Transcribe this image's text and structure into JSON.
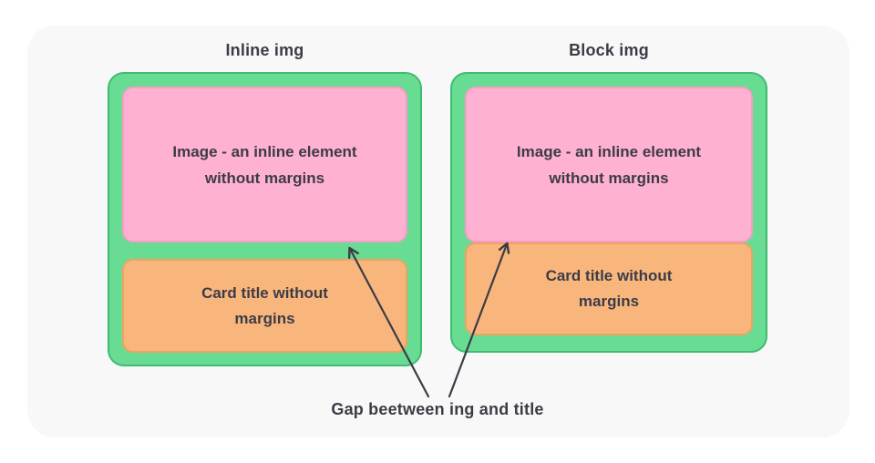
{
  "diagram": {
    "columns": [
      {
        "title": "Inline img",
        "image_box_text": "Image - an inline element\nwithout margins",
        "title_box_text": "Card title without\nmargins"
      },
      {
        "title": "Block img",
        "image_box_text": "Image - an inline element\nwithout margins",
        "title_box_text": "Card title without\nmargins"
      }
    ],
    "annotation": {
      "label": "Gap beetween ing and title"
    },
    "colors": {
      "panel_background": "#f8f8f9",
      "card_green_fill": "#68dc93",
      "card_green_border": "#3fbc70",
      "image_pink_fill": "#ffb1d1",
      "image_pink_border": "#f79cc7",
      "title_orange_fill": "#f9b67c",
      "title_orange_border": "#f0a261",
      "text": "#3c3c47",
      "arrow": "#3c3c47"
    }
  }
}
